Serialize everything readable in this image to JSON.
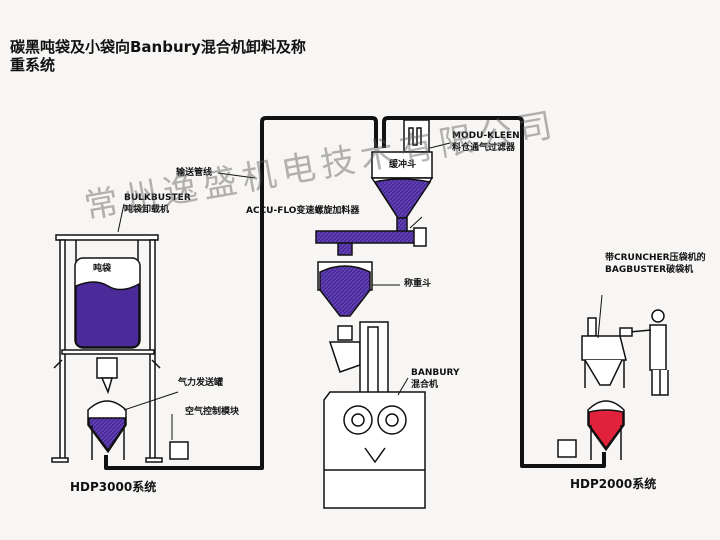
{
  "title": "碳黑吨袋及小袋向Banbury混合机卸料及称重系统",
  "labels": {
    "conveying_line": "输送管线",
    "bulkbuster_en": "BULKBUSTER",
    "bulkbuster_cn": "吨袋卸载机",
    "bulk_bag": "吨袋",
    "pneumatic_vessel": "气力发送罐",
    "air_control": "空气控制模块",
    "accu_flo": "ACCU-FLO变速螺旋加料器",
    "modu_kleen_en": "MODU-KLEEN",
    "modu_kleen_cn": "料仓通气过滤器",
    "buffer_hopper": "缓冲斗",
    "weigh_hopper": "称重斗",
    "banbury_en": "BANBURY",
    "banbury_cn": "混合机",
    "bagbuster_line1": "带CRUNCHER压袋机的",
    "bagbuster_line2": "BAGBUSTER破袋机",
    "hdp3000": "HDP3000系统",
    "hdp2000": "HDP2000系统"
  },
  "watermark": "常州逸盛机电技术有限公司",
  "colors": {
    "carbon_black": "#4b2a9a",
    "red_material": "#e0223a",
    "line": "#111111"
  }
}
